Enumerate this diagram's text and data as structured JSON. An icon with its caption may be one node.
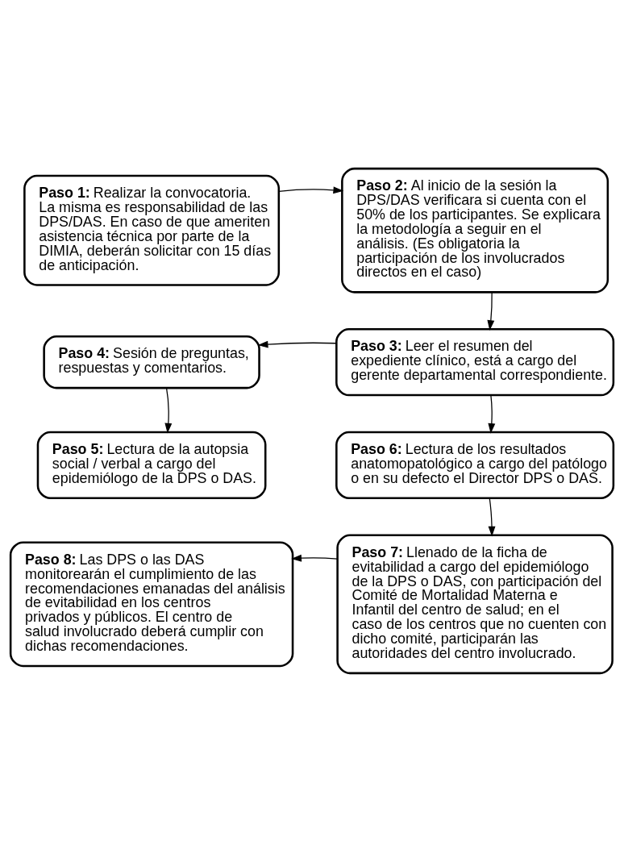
{
  "diagram": {
    "nodes": [
      {
        "text": [
          "**Paso 1:** Realizar la convocatoria. La misma es responsabilidad de las DPS/DAS. En caso de que ameriten asistencia técnica por parte de la DIMIA, deberán solicitar con 15 días de anticipación."
        ]
      },
      {
        "text": [
          "**Paso 2:** Al inicio de la sesión la DPS/DAS verificara si cuenta con el 50% de los participantes. Se explicara la metodología a seguir en el análisis. (Es obligatoria la participación de los involucrados directos en el caso)"
        ]
      },
      {
        "text": [
          "**Paso 3:** Leer el resumen del expediente clínico, está a cargo del gerente departamental correspondiente."
        ]
      },
      {
        "text": [
          "**Paso 4:** Sesión de preguntas, respuestas y comentarios."
        ]
      },
      {
        "text": [
          "**Paso 5:** Lectura de la autopsia social / verbal a cargo del epidemiólogo de la DPS o DAS."
        ]
      },
      {
        "text": [
          "**Paso 6:** Lectura de los resultados anatomopatológico a cargo del patólogo o en su defecto el Director DPS o DAS."
        ]
      },
      {
        "text": [
          "**Paso 7:** Llenado de la ficha de evitabilidad a cargo del epidemiólogo de la DPS o DAS, con participación del Comité de Mortalidad Materna e Infantil del centro de salud; en el caso de los centros que no cuenten con dicho comité, participarán las autoridades del centro involucrado."
        ]
      },
      {
        "text": [
          "**Paso 8:** Las DPS o las DAS monitorearán el cumplimiento de las recomendaciones emanadas del análisis de evitabilidad en los centros privados y públicos. El centro de salud involucrado deberá cumplir con dichas recomendaciones."
        ]
      }
    ],
    "edges": [
      {
        "from": 0,
        "to": 1,
        "arrow": "to"
      },
      {
        "from": 1,
        "to": 2,
        "arrow": "to"
      },
      {
        "from": 2,
        "to": 3,
        "arrow": "to"
      },
      {
        "from": 3,
        "to": 4,
        "arrow": "to"
      },
      {
        "from": 2,
        "to": 5,
        "arrow": "to"
      },
      {
        "from": 5,
        "to": 6,
        "arrow": "to"
      },
      {
        "from": 6,
        "to": 7,
        "arrow": "to"
      }
    ]
  }
}
